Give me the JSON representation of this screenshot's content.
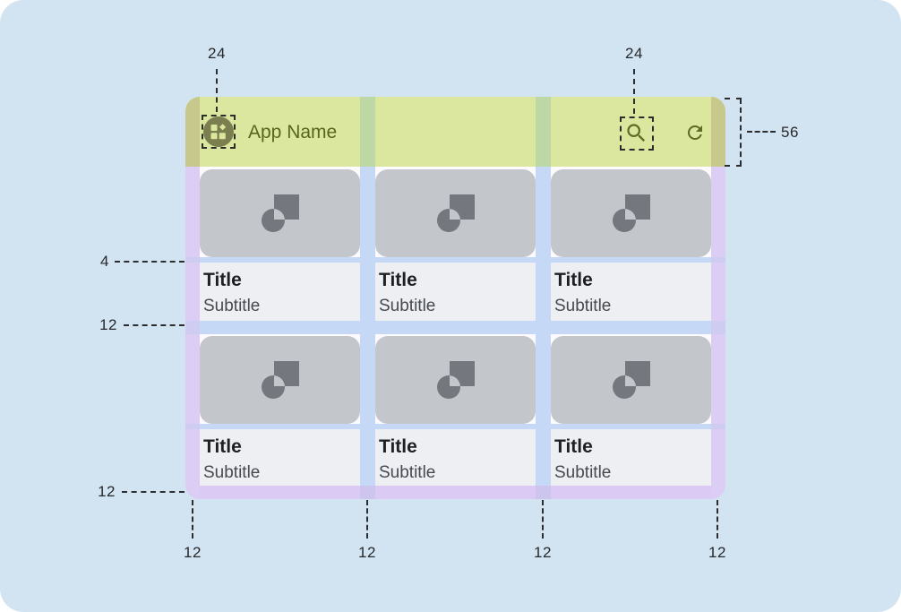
{
  "app": {
    "name": "App Name",
    "icons": {
      "nav": "app-grid-icon",
      "actions": [
        "search-icon",
        "refresh-icon"
      ]
    }
  },
  "cards": [
    {
      "title": "Title",
      "subtitle": "Subtitle"
    },
    {
      "title": "Title",
      "subtitle": "Subtitle"
    },
    {
      "title": "Title",
      "subtitle": "Subtitle"
    },
    {
      "title": "Title",
      "subtitle": "Subtitle"
    },
    {
      "title": "Title",
      "subtitle": "Subtitle"
    },
    {
      "title": "Title",
      "subtitle": "Subtitle"
    }
  ],
  "measurements": {
    "nav_icon_size": "24",
    "action_icon_size": "24",
    "appbar_height": "56",
    "image_text_gap": "4",
    "row_spacing": "12",
    "bottom_margin": "12",
    "bottom_columns": [
      "12",
      "12",
      "12",
      "12"
    ]
  },
  "colors": {
    "canvas_bg": "#d2e4f2",
    "appbar_overlay": "#dbe79e",
    "margin_overlay": "#dccdf5",
    "gutter_overlay": "#c5d8f6",
    "bottom_margin_overlay": "#dbcbf4",
    "card_media": "#c3c6cb",
    "card_text_bg": "#edeff3",
    "accent_text": "#57661f"
  }
}
